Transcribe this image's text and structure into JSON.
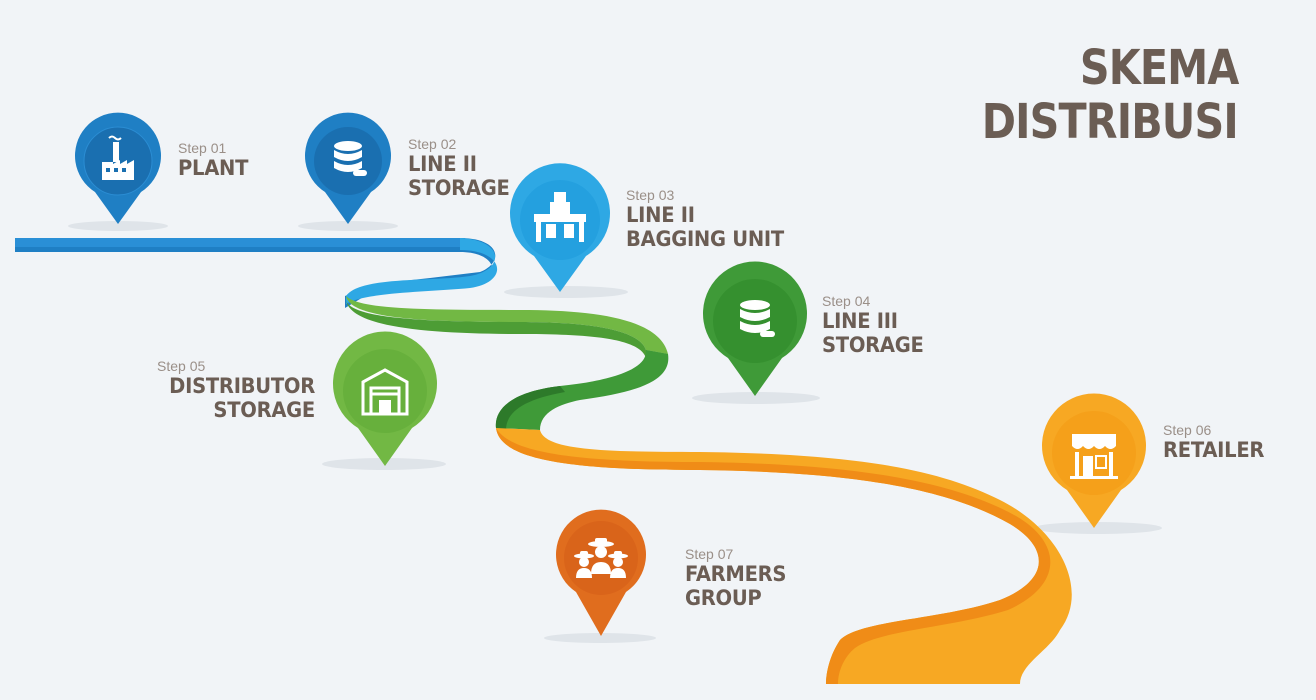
{
  "title": {
    "line1": "SKEMA",
    "line2": "DISTRIBUSI"
  },
  "colors": {
    "blue": "#1f7fc4",
    "light_blue": "#2ea8e4",
    "green": "#3f9a38",
    "light_green": "#72b844",
    "orange": "#f39a1e",
    "dark_orange": "#e06d1e",
    "text": "#6b5d54"
  },
  "steps": [
    {
      "step": "Step 01",
      "name_lines": [
        "PLANT"
      ],
      "icon": "factory-icon"
    },
    {
      "step": "Step 02",
      "name_lines": [
        "LINE II",
        "STORAGE"
      ],
      "icon": "database-icon"
    },
    {
      "step": "Step 03",
      "name_lines": [
        "LINE II",
        "BAGGING UNIT"
      ],
      "icon": "bagging-machine-icon"
    },
    {
      "step": "Step 04",
      "name_lines": [
        "LINE III",
        "STORAGE"
      ],
      "icon": "database-icon"
    },
    {
      "step": "Step 05",
      "name_lines": [
        "DISTRIBUTOR",
        "STORAGE"
      ],
      "icon": "warehouse-icon"
    },
    {
      "step": "Step 06",
      "name_lines": [
        "RETAILER"
      ],
      "icon": "store-icon"
    },
    {
      "step": "Step 07",
      "name_lines": [
        "FARMERS",
        "GROUP"
      ],
      "icon": "farmers-icon"
    }
  ]
}
